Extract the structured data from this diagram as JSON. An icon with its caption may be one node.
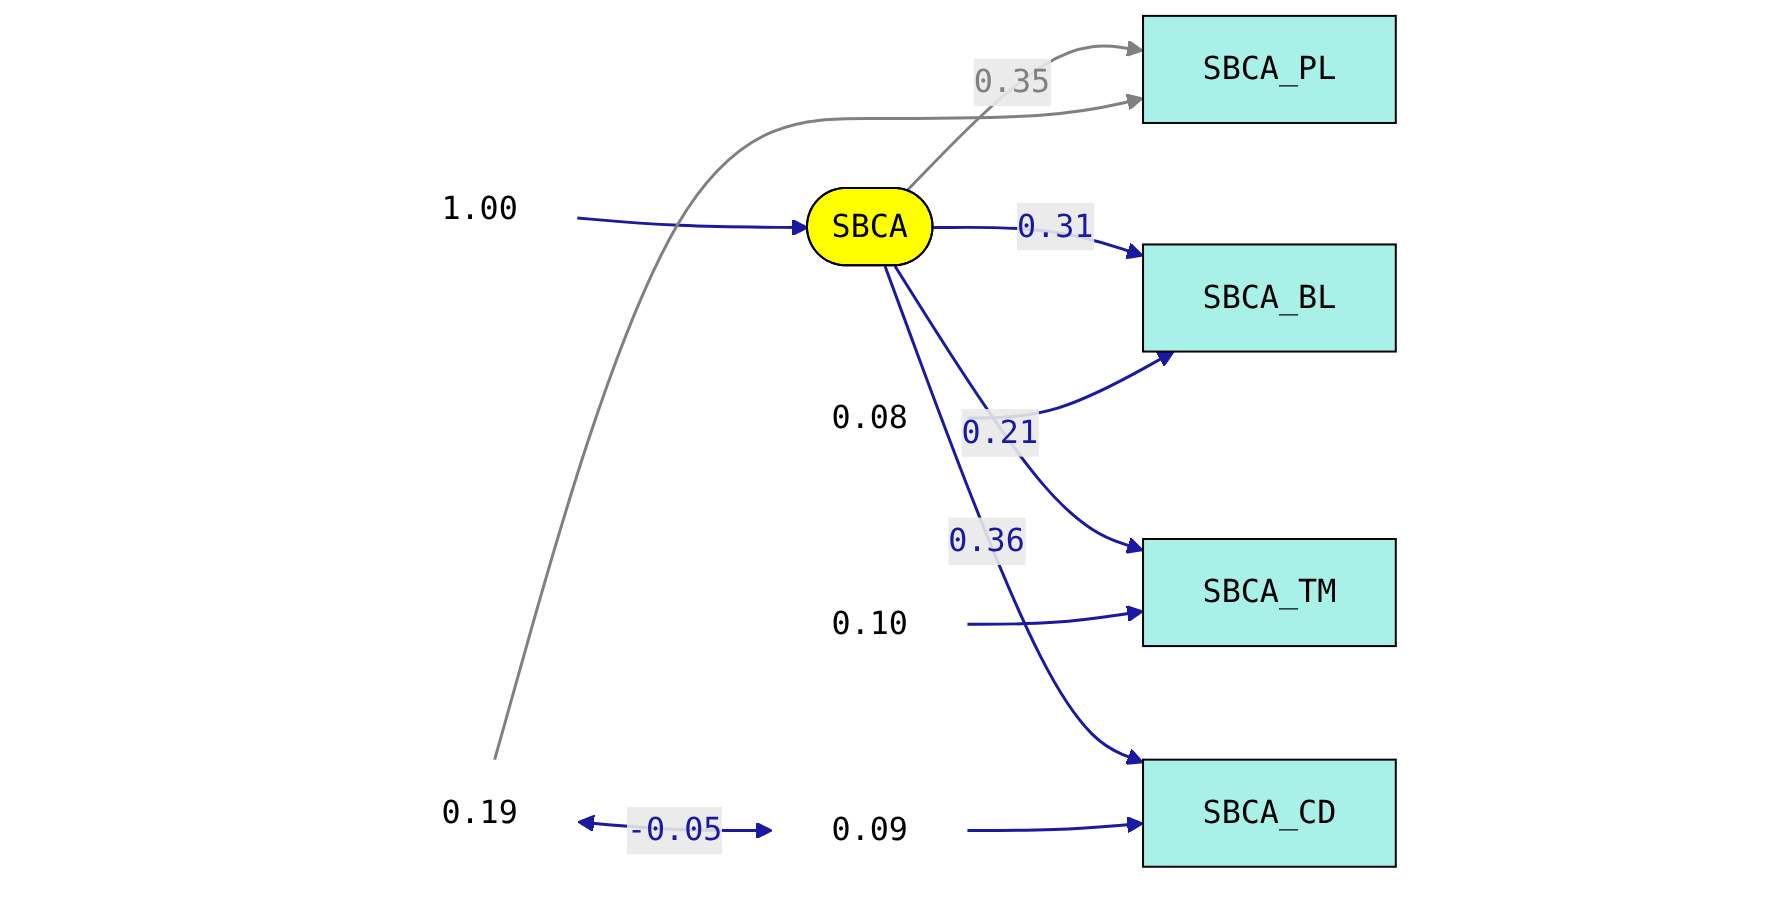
{
  "diagram": {
    "nodes": [
      {
        "text": [
          "1.00"
        ]
      },
      {
        "text": [
          "SBCA"
        ]
      },
      {
        "text": [
          "SBCA_PL"
        ]
      },
      {
        "text": [
          "0.19"
        ]
      },
      {
        "text": [
          "SBCA_BL"
        ]
      },
      {
        "text": [
          "0.08"
        ]
      },
      {
        "text": [
          "SBCA_TM"
        ]
      },
      {
        "text": [
          "0.10"
        ]
      },
      {
        "text": [
          "SBCA_CD"
        ]
      },
      {
        "text": [
          "0.09"
        ]
      }
    ],
    "edges": [
      {
        "from": 0,
        "to": 1,
        "arrow": "to"
      },
      {
        "from": 1,
        "to": 2,
        "arrow": "to",
        "label": "0.35",
        "color": "#808080"
      },
      {
        "from": 1,
        "to": 4,
        "arrow": "to",
        "label": "0.31"
      },
      {
        "from": 1,
        "to": 6,
        "arrow": "to",
        "label": "0.21"
      },
      {
        "from": 1,
        "to": 8,
        "arrow": "to",
        "label": "0.36"
      },
      {
        "from": 3,
        "to": 2,
        "arrow": "to",
        "color": "#808080"
      },
      {
        "from": 5,
        "to": 4,
        "arrow": "to"
      },
      {
        "from": 7,
        "to": 6,
        "arrow": "to"
      },
      {
        "from": 9,
        "to": 8,
        "arrow": "to"
      },
      {
        "from": 3,
        "to": 9,
        "arrow": "both",
        "label": "-0.05"
      }
    ]
  }
}
